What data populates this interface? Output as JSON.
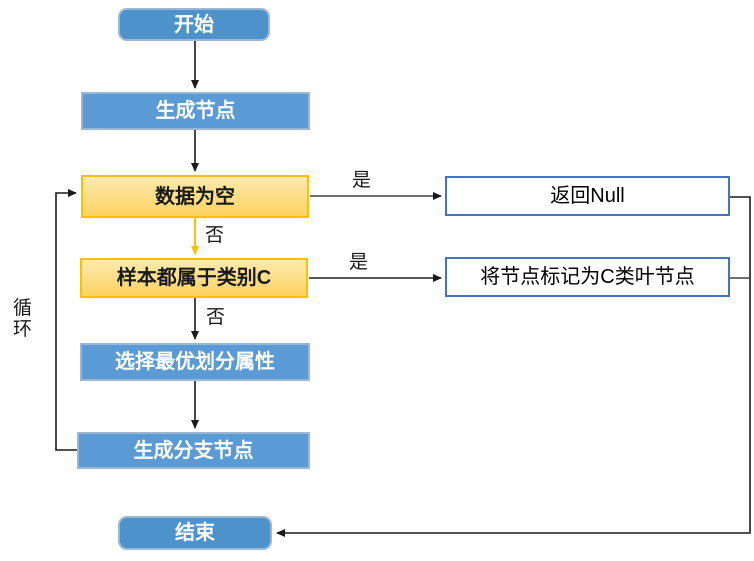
{
  "flowchart": {
    "title": "decision-tree-generation-flowchart",
    "nodes": {
      "start": {
        "label": "开始",
        "type": "terminal"
      },
      "gen_node": {
        "label": "生成节点",
        "type": "process"
      },
      "data_empty": {
        "label": "数据为空",
        "type": "decision"
      },
      "return_null": {
        "label": "返回Null",
        "type": "result"
      },
      "sample_class": {
        "label": "样本都属于类别C",
        "type": "decision"
      },
      "mark_leaf": {
        "label": "将节点标记为C类叶节点",
        "type": "result"
      },
      "select_attr": {
        "label": "选择最优划分属性",
        "type": "process"
      },
      "gen_branch": {
        "label": "生成分支节点",
        "type": "process"
      },
      "end": {
        "label": "结束",
        "type": "terminal"
      }
    },
    "edge_labels": {
      "yes_data_empty": "是",
      "no_data_empty": "否",
      "yes_sample_class": "是",
      "no_sample_class": "否",
      "loop": "循环"
    },
    "colors": {
      "process_fill": "#5b9bd5",
      "process_border": "#9ab7d6",
      "decision_border": "#ffc000",
      "decision_fill": "#fbd35f",
      "result_border": "#4472c4",
      "arrow_black": "#1a1a1a",
      "arrow_gray": "#595959",
      "arrow_yellow": "#ffc000"
    }
  }
}
